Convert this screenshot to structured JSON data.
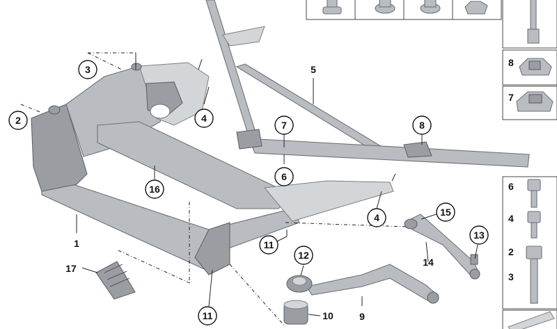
{
  "callouts": {
    "c1": "1",
    "c2": "2",
    "c3": "3",
    "c4a": "4",
    "c4b": "4",
    "c5": "5",
    "c6": "6",
    "c7": "7",
    "c8": "8",
    "c9": "9",
    "c10": "10",
    "c11a": "11",
    "c11b": "11",
    "c12": "12",
    "c13": "13",
    "c14": "14",
    "c15": "15",
    "c16": "16",
    "c17": "17"
  },
  "side_panel": {
    "box_8": "8",
    "box_7": "7",
    "box_6": "6",
    "box_4": "4",
    "box_2": "2",
    "box_3": "3"
  },
  "colors": {
    "part": "#b9bcc0",
    "outline": "#6e7276",
    "line": "#222222"
  }
}
